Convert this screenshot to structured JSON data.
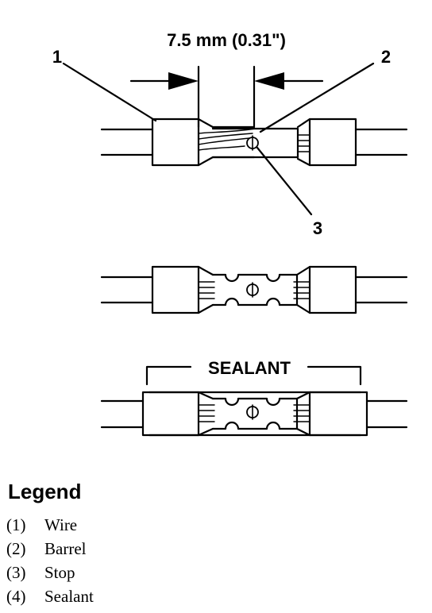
{
  "diagram": {
    "dimension_label": "7.5 mm (0.31\")",
    "callout_1": "1",
    "callout_2": "2",
    "callout_3": "3",
    "sealant_label": "SEALANT"
  },
  "legend": {
    "title": "Legend",
    "items": [
      {
        "num": "(1)",
        "text": "Wire"
      },
      {
        "num": "(2)",
        "text": "Barrel"
      },
      {
        "num": "(3)",
        "text": "Stop"
      },
      {
        "num": "(4)",
        "text": "Sealant"
      }
    ]
  }
}
